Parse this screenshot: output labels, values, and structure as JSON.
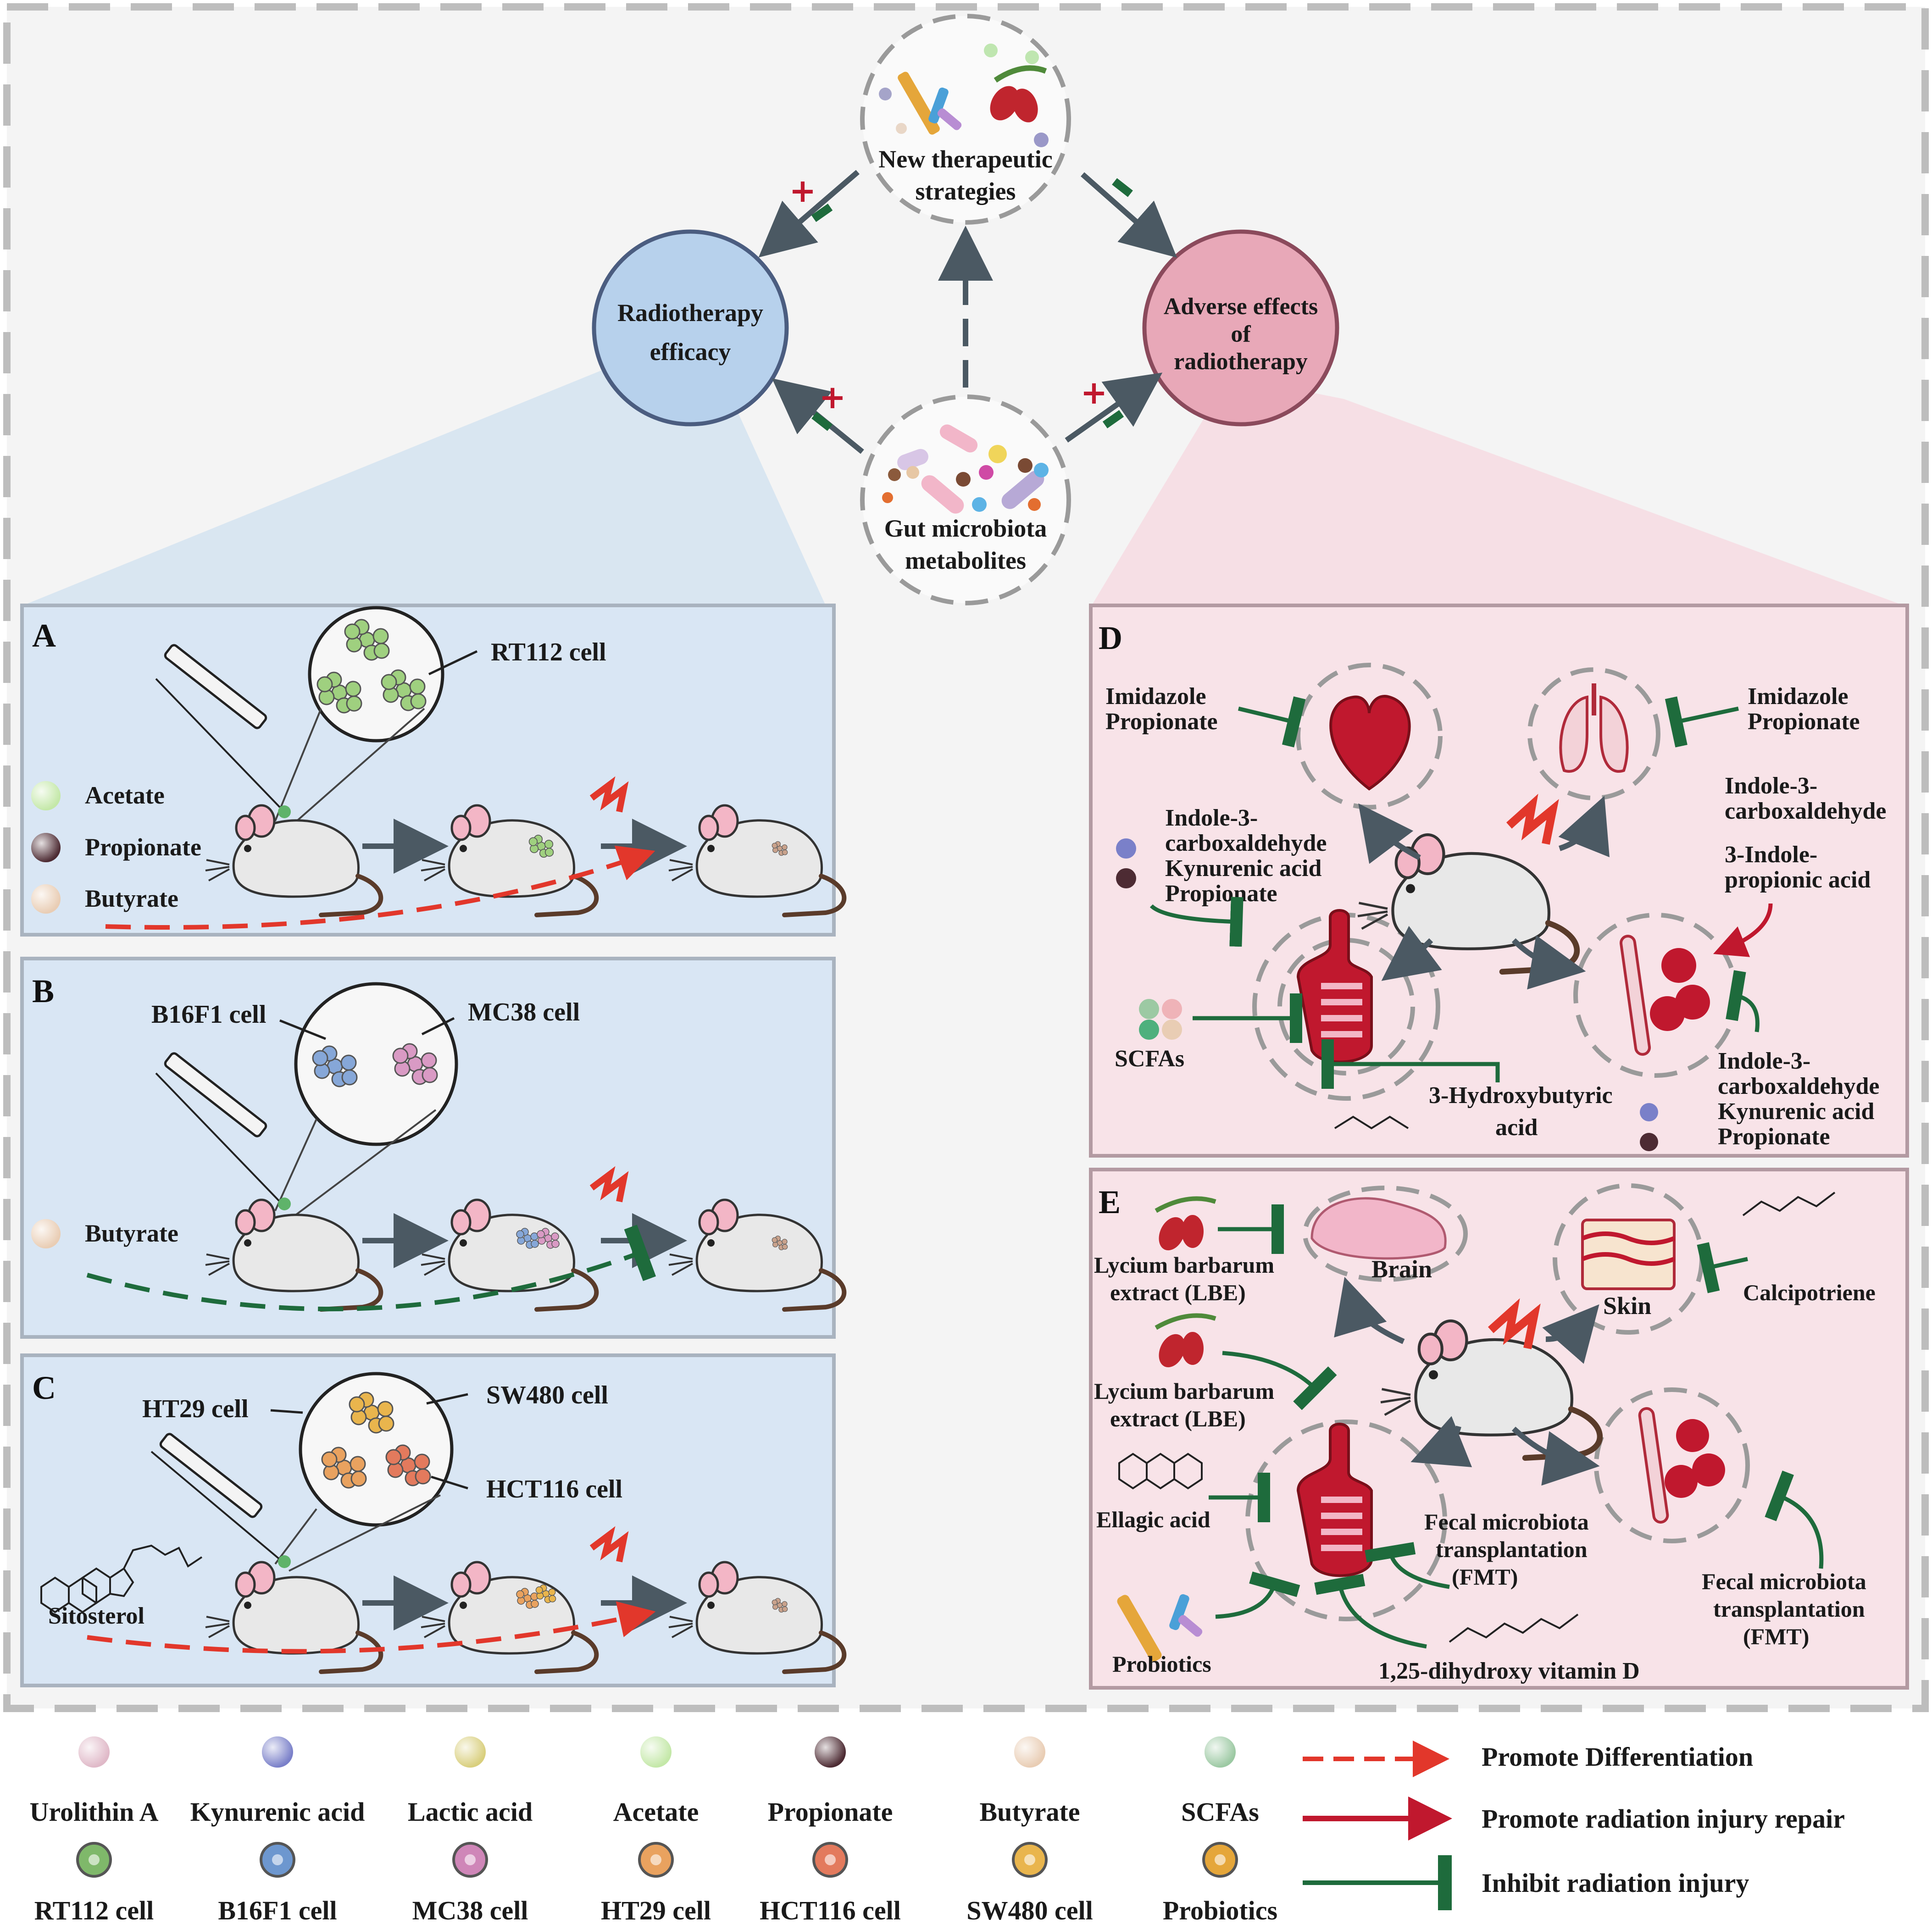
{
  "colors": {
    "panel_blue": "#d9e6f4",
    "panel_pink": "#f8e3e8",
    "circle_blue": "#b7d1ec",
    "circle_pink": "#e8a8b8",
    "promote_differentiation": "#e2372b",
    "promote_repair": "#c0182e",
    "inhibit": "#1e6b3c",
    "arrow_gray": "#4b5963"
  },
  "top": {
    "new_strategies": [
      "New therapeutic",
      "strategies"
    ],
    "radiotherapy_efficacy": [
      "Radiotherapy",
      "efficacy"
    ],
    "adverse_effects": [
      "Adverse effects",
      "of",
      "radiotherapy"
    ],
    "gut_metabolites": [
      "Gut microbiota",
      "metabolites"
    ],
    "plus": "+",
    "minus": "−"
  },
  "panel_a": {
    "letter": "A",
    "cell": "RT112 cell",
    "metabolites": [
      "Acetate",
      "Propionate",
      "Butyrate"
    ]
  },
  "panel_b": {
    "letter": "B",
    "cell_left": "B16F1 cell",
    "cell_right": "MC38 cell",
    "metabolite": "Butyrate"
  },
  "panel_c": {
    "letter": "C",
    "cell_left": "HT29 cell",
    "cell_top_right": "SW480 cell",
    "cell_bottom_right": "HCT116 cell",
    "compound": "Sitosterol"
  },
  "panel_d": {
    "letter": "D",
    "heart_inhibitor": [
      "Imidazole",
      "Propionate"
    ],
    "lung_inhibitor": [
      "Imidazole",
      "Propionate"
    ],
    "gut_inhibitors_left": [
      "Indole-3-",
      "carboxaldehyde",
      "Kynurenic acid",
      "Propionate"
    ],
    "lung_right_compound": [
      "Indole-3-",
      "carboxaldehyde"
    ],
    "bone_promoter": [
      "3-Indole-",
      "propionic acid"
    ],
    "scfas": "SCFAs",
    "hydroxybutyric": [
      "3-Hydroxybutyric",
      "acid"
    ],
    "bone_inhibitors": [
      "Indole-3-",
      "carboxaldehyde",
      "Kynurenic acid",
      "Propionate"
    ]
  },
  "panel_e": {
    "letter": "E",
    "brain": "Brain",
    "skin": "Skin",
    "lbe_brain": [
      "Lycium barbarum",
      "extract (LBE)"
    ],
    "calcipotriene": "Calcipotriene",
    "lbe_gut": [
      "Lycium barbarum",
      "extract (LBE)"
    ],
    "ellagic": "Ellagic acid",
    "fmt_gut": [
      "Fecal microbiota",
      "transplantation",
      "(FMT)"
    ],
    "fmt_bone": [
      "Fecal microbiota",
      "transplantation",
      "(FMT)"
    ],
    "probiotics": "Probiotics",
    "vitd": "1,25-dihydroxy vitamin D"
  },
  "legend": {
    "items_row1": [
      {
        "label": "Urolithin A",
        "color": "#e0b9c8"
      },
      {
        "label": "Kynurenic acid",
        "color": "#7a80c9"
      },
      {
        "label": "Lactic acid",
        "color": "#d9cf7d"
      },
      {
        "label": "Acetate",
        "color": "#c4e8a8"
      },
      {
        "label": "Propionate",
        "color": "#4d2b33"
      },
      {
        "label": "Butyrate",
        "color": "#e9cdb4"
      },
      {
        "label": "SCFAs",
        "color": "#9cc9a3"
      }
    ],
    "items_row2": [
      {
        "label": "RT112 cell",
        "color": "#7fb86a"
      },
      {
        "label": "B16F1 cell",
        "color": "#6d97cf"
      },
      {
        "label": "MC38 cell",
        "color": "#cf86b8"
      },
      {
        "label": "HT29 cell",
        "color": "#e9a25f"
      },
      {
        "label": "HCT116 cell",
        "color": "#e37a5d"
      },
      {
        "label": "SW480 cell",
        "color": "#e9b54d"
      },
      {
        "label": "Probiotics",
        "color": "#e5a63a"
      }
    ],
    "arrows": [
      "Promote Differentiation",
      "Promote radiation injury repair",
      "Inhibit radiation injury"
    ]
  }
}
